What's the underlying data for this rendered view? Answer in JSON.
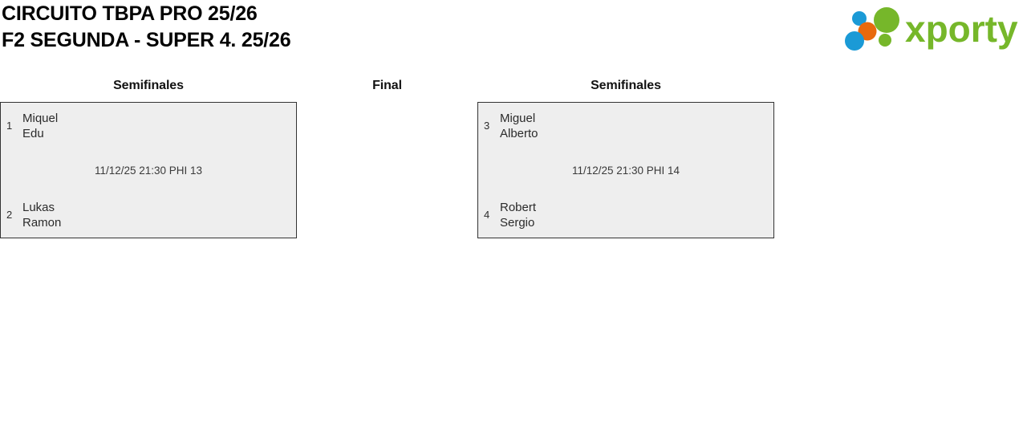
{
  "header": {
    "title_line_1": "CIRCUITO TBPA PRO 25/26",
    "title_line_2": "F2 SEGUNDA - SUPER 4. 25/26",
    "logo": {
      "wordmark": "xporty",
      "green": "#76b72a",
      "blue": "#1b9ad6",
      "orange": "#e8690d"
    }
  },
  "bracket": {
    "rounds": [
      {
        "title": "Semifinales",
        "match": {
          "info": "11/12/25 21:30 PHI 13",
          "top": {
            "seed": "1",
            "player_1": "Miquel",
            "player_2": "Edu"
          },
          "bottom": {
            "seed": "2",
            "player_1": "Lukas",
            "player_2": "Ramon"
          }
        }
      },
      {
        "title": "Final",
        "match": null
      },
      {
        "title": "Semifinales",
        "match": {
          "info": "11/12/25 21:30 PHI 14",
          "top": {
            "seed": "3",
            "player_1": "Miguel",
            "player_2": "Alberto"
          },
          "bottom": {
            "seed": "4",
            "player_1": "Robert",
            "player_2": "Sergio"
          }
        }
      }
    ]
  }
}
